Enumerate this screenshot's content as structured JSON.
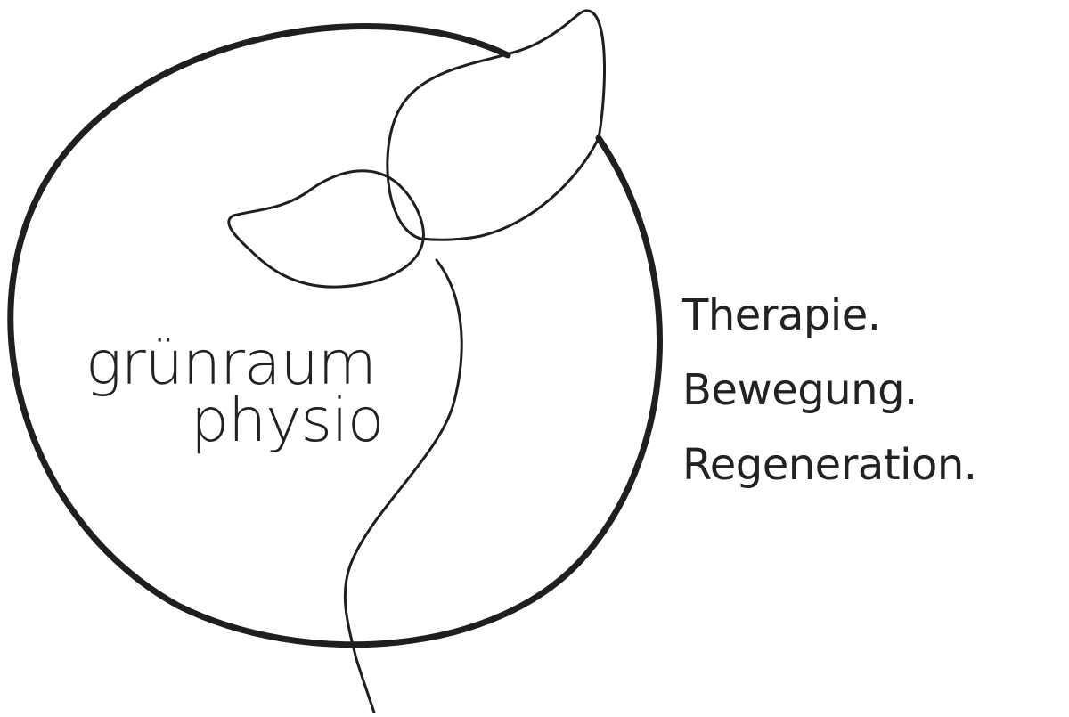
{
  "logo": {
    "brand_line1": "grünraum",
    "brand_line2": "physio",
    "icon": "sprouting-leaf-circle-icon",
    "stroke_color": "#1f1f1f"
  },
  "tagline": {
    "line1": "Therapie.",
    "line2": "Bewegung.",
    "line3": "Regeneration."
  },
  "colors": {
    "background": "#ffffff",
    "text": "#222222"
  }
}
